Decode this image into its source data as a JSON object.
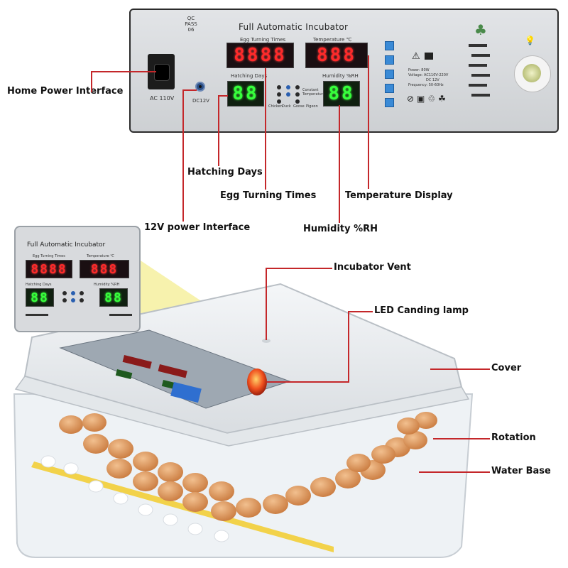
{
  "panel": {
    "qc": [
      "QC",
      "PASS",
      "06"
    ],
    "title": "Full Automatic Incubator",
    "egg_turning_label": "Egg Turning Times",
    "temperature_label": "Temperature ℃",
    "hatching_days_label": "Hatching Days",
    "humidity_label": "Humidity %RH",
    "ac_label": "AC 110V",
    "dc_label": "DC12V",
    "egg_types": [
      "Chicken",
      "Duck",
      "Goose",
      "Pigeon",
      "Constant Temperature"
    ],
    "power_info": "Power: 80W",
    "voltage_info": "Voltage: AC110V-220V",
    "dc_info": "DC 12V",
    "frequency_info": "Frequency: 50-60Hz",
    "turning_digits": "8888",
    "temperature_digits": "888",
    "hatching_digits": "88",
    "humidity_digits": "88"
  },
  "callouts": {
    "home_power": "Home Power Interface",
    "hatching_days": "Hatching Days",
    "egg_turning": "Egg Turning Times",
    "temperature": "Temperature Display",
    "power_12v": "12V power Interface",
    "humidity": "Humidity %RH",
    "vent": "Incubator Vent",
    "led_lamp": "LED Canding lamp",
    "cover": "Cover",
    "rotation": "Rotation",
    "water_base": "Water Base"
  },
  "inset": {
    "title": "Full Automatic Incubator",
    "egg_turning_label": "Egg Turning Times",
    "temperature_label": "Temperature ℃",
    "hatching_days_label": "Hatching Days",
    "humidity_label": "Humidity %RH",
    "turning_digits": "8888",
    "temperature_digits": "888",
    "hatching_digits": "88",
    "humidity_digits": "88"
  },
  "colors": {
    "callout_line": "#c4272a",
    "led_red": "#ff2a2a",
    "led_green": "#37ff3c",
    "egg": "#d9925a",
    "water_yellow": "#f2d24a"
  }
}
